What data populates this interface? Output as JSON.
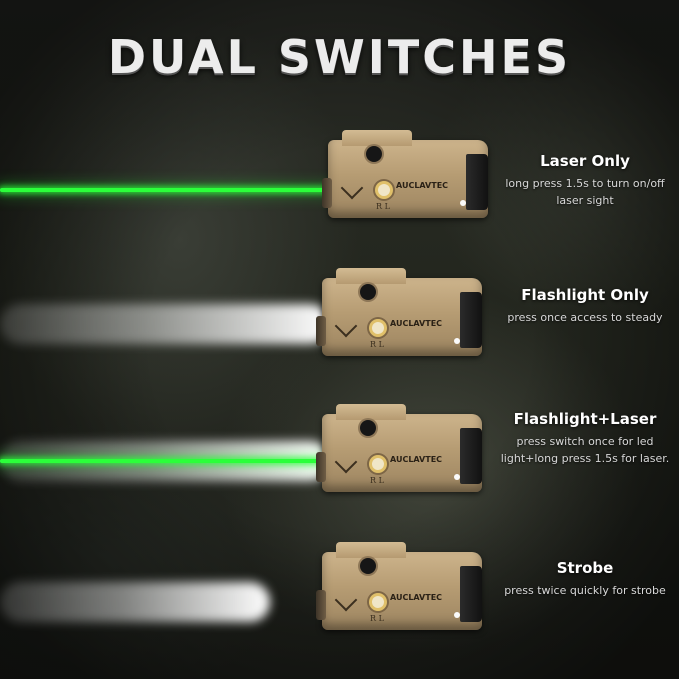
{
  "title": "DUAL SWITCHES",
  "device": {
    "brand": "AUCLAVTEC",
    "side_marks": "R  L"
  },
  "modes": [
    {
      "name": "Laser Only",
      "desc": "long press 1.5s to turn on/off laser sight",
      "beams": [
        "laser"
      ]
    },
    {
      "name": "Flashlight Only",
      "desc": "press once access to steady",
      "beams": [
        "light"
      ]
    },
    {
      "name": "Flashlight+Laser",
      "desc": "press switch once for led light+long press 1.5s for laser.",
      "beams": [
        "light",
        "laser"
      ]
    },
    {
      "name": "Strobe",
      "desc": "press twice quickly for strobe",
      "beams": [
        "light"
      ]
    }
  ],
  "colors": {
    "laser": "#2bff3a",
    "device": "#b69c73",
    "text": "#ffffff"
  }
}
